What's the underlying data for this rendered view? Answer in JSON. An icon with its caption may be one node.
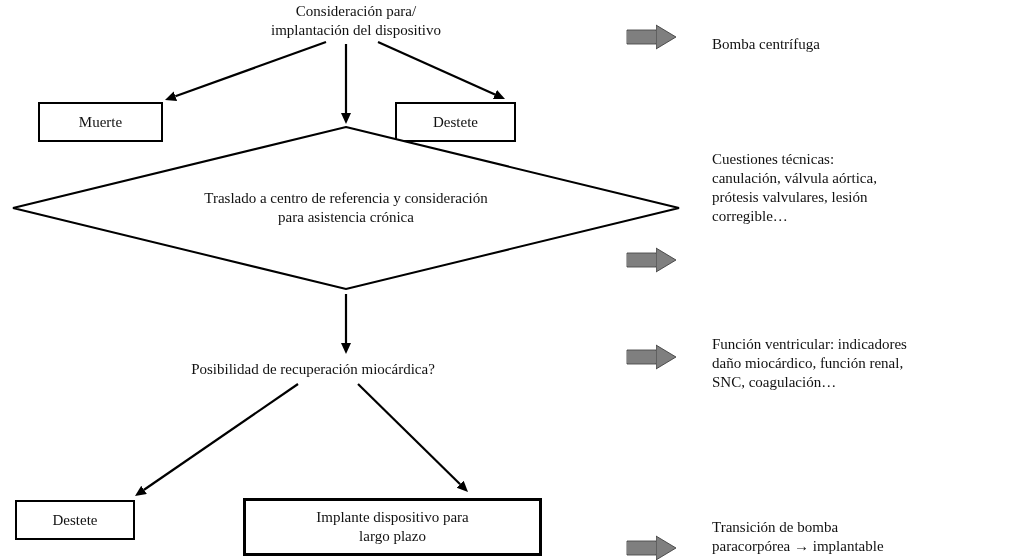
{
  "diagram": {
    "nodes": [
      {
        "text": [
          "Consideración para/ implantación del dispositivo"
        ]
      },
      {
        "text": [
          "Muerte"
        ]
      },
      {
        "text": [
          "Destete"
        ]
      },
      {
        "text": [
          "Traslado a centro de referencia y consideración para asistencia crónica"
        ]
      },
      {
        "text": [
          "Posibilidad de recuperación miocárdica?"
        ]
      },
      {
        "text": [
          "Destete"
        ]
      },
      {
        "text": [
          "Implante dispositivo para largo plazo"
        ]
      },
      {
        "text": [
          "Bomba centrífuga"
        ]
      },
      {
        "text": [
          "Cuestiones técnicas: canulación, válvula aórtica, prótesis valvulares, lesión corregible…"
        ]
      },
      {
        "text": [
          "Función ventricular: indicadores daño miocárdico, función renal, SNC, coagulación…"
        ]
      },
      {
        "text": [
          "Transición de bomba paracorpórea → implantable"
        ]
      }
    ],
    "edges": [
      {
        "from": 0,
        "to": 1,
        "arrow": "to"
      },
      {
        "from": 0,
        "to": 3,
        "arrow": "to"
      },
      {
        "from": 0,
        "to": 2,
        "arrow": "to"
      },
      {
        "from": 3,
        "to": 4,
        "arrow": "to"
      },
      {
        "from": 4,
        "to": 5,
        "arrow": "to"
      },
      {
        "from": 4,
        "to": 6,
        "arrow": "to"
      },
      {
        "from": null,
        "to": 7,
        "arrow": "to",
        "style": "thick",
        "color": "#7f7f7f"
      },
      {
        "from": null,
        "to": 8,
        "arrow": "to",
        "style": "thick",
        "color": "#7f7f7f"
      },
      {
        "from": null,
        "to": 9,
        "arrow": "to",
        "style": "thick",
        "color": "#7f7f7f"
      },
      {
        "from": null,
        "to": 10,
        "arrow": "to",
        "style": "thick",
        "color": "#7f7f7f"
      }
    ]
  }
}
